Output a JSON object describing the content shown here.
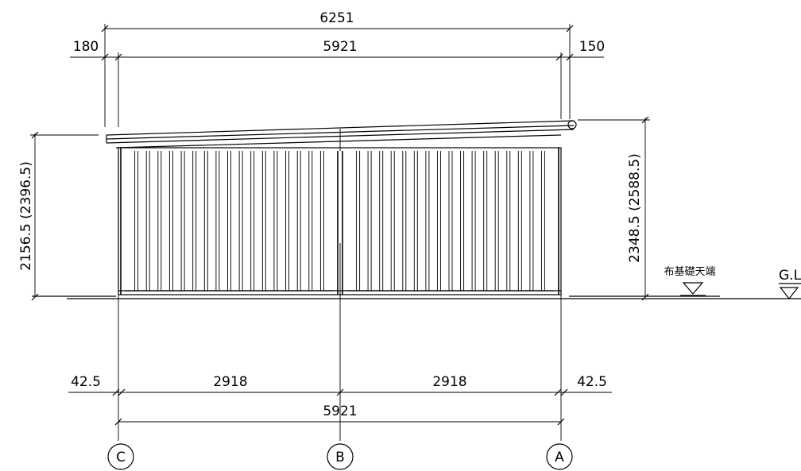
{
  "dimensions": {
    "top_overall": "6251",
    "top_inner": "5921",
    "left_overhang": "180",
    "right_overhang": "150",
    "left_height": "2156.5 (2396.5)",
    "right_height": "2348.5 (2588.5)",
    "bottom_left_edge": "42.5",
    "bottom_right_edge": "42.5",
    "bottom_span_left": "2918",
    "bottom_span_right": "2918",
    "bottom_total": "5921"
  },
  "labels": {
    "foundation_top": "布基礎天端",
    "ground_level": "G.L"
  },
  "gridlines": [
    {
      "id": "C"
    },
    {
      "id": "B"
    },
    {
      "id": "A"
    }
  ]
}
